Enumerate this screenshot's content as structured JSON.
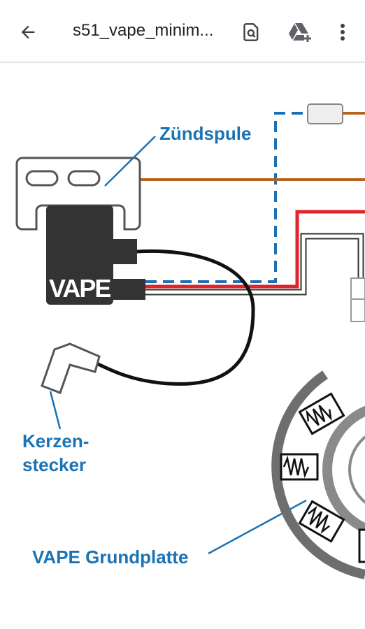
{
  "toolbar": {
    "title": "s51_vape_minim...",
    "back_icon": "arrow-left-icon",
    "search_icon": "find-in-page-icon",
    "drive_icon": "add-to-drive-icon",
    "more_icon": "more-vert-icon"
  },
  "diagram": {
    "labels": {
      "ignition_coil": "Zündspule",
      "spark_plug_line1": "Kerzen-",
      "spark_plug_line2": "stecker",
      "base_plate": "VAPE Grundplatte"
    },
    "coil_logo": "VAPE",
    "colors": {
      "label_blue": "#1a73b5",
      "brown_wire": "#b5651d",
      "red_wire": "#e0242b",
      "blue_dashed_wire": "#1a6fb5",
      "coil_body": "#333333",
      "plate_gray": "#6e6e6e"
    }
  }
}
